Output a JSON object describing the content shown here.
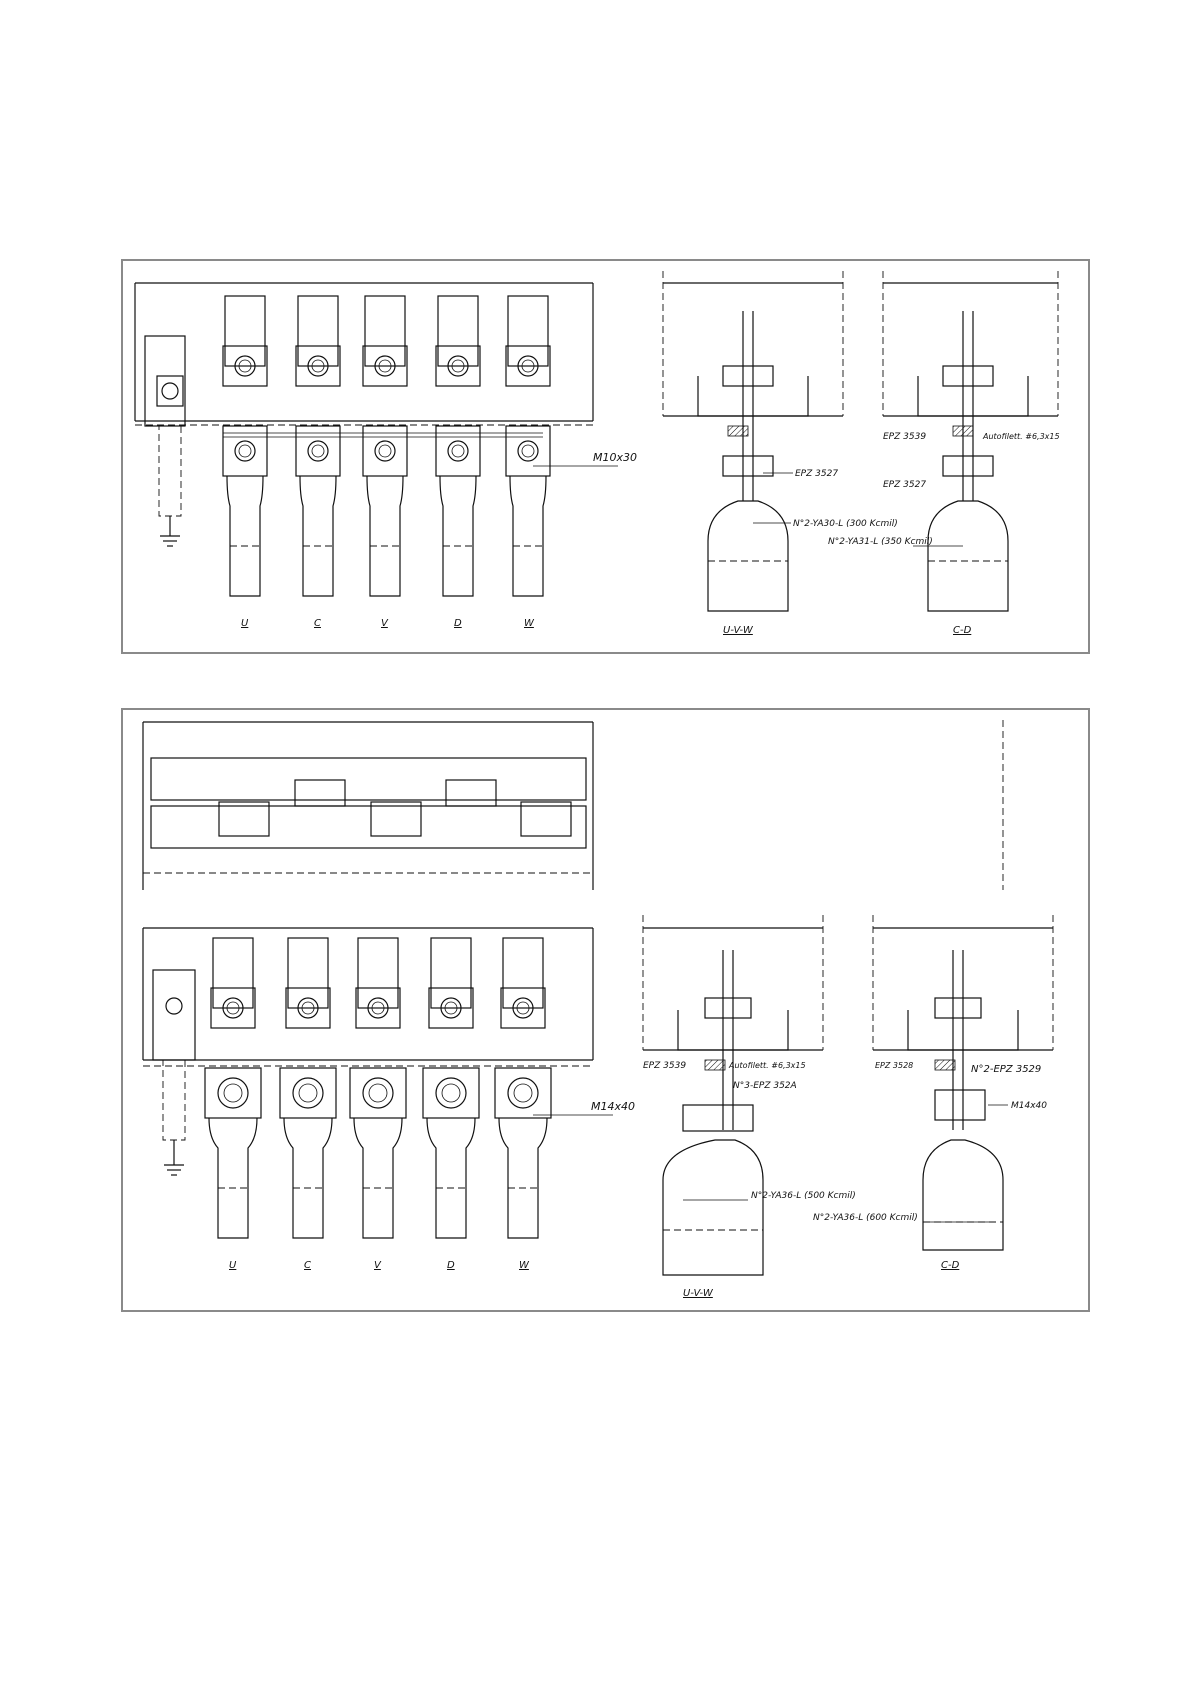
{
  "top": {
    "phase_labels": [
      "U",
      "C",
      "V",
      "D",
      "W"
    ],
    "bolt_spec": "M10x30",
    "view_a": {
      "title": "U-V-W",
      "part": "EPZ 3527",
      "cable": "N°2-YA30-L (300 Kcmil)"
    },
    "view_b": {
      "title": "C-D",
      "part_top": "EPZ 3539",
      "note": "Autofilett. #6,3x15",
      "part": "EPZ 3527",
      "cable": "N°2-YA31-L (350 Kcmil)"
    }
  },
  "bottom": {
    "phase_labels": [
      "U",
      "C",
      "V",
      "D",
      "W"
    ],
    "bolt_spec": "M14x40",
    "view_a": {
      "title": "U-V-W",
      "part_top": "EPZ 3539",
      "note": "Autofilett. #6,3x15",
      "part": "N°3-EPZ 352A",
      "cable": "N°2-YA36-L (500 Kcmil)"
    },
    "view_b": {
      "title": "C-D",
      "part_top": "EPZ 3528",
      "part": "N°2-EPZ 3529",
      "bolt": "M14x40",
      "cable": "N°2-YA36-L (600 Kcmil)"
    }
  }
}
